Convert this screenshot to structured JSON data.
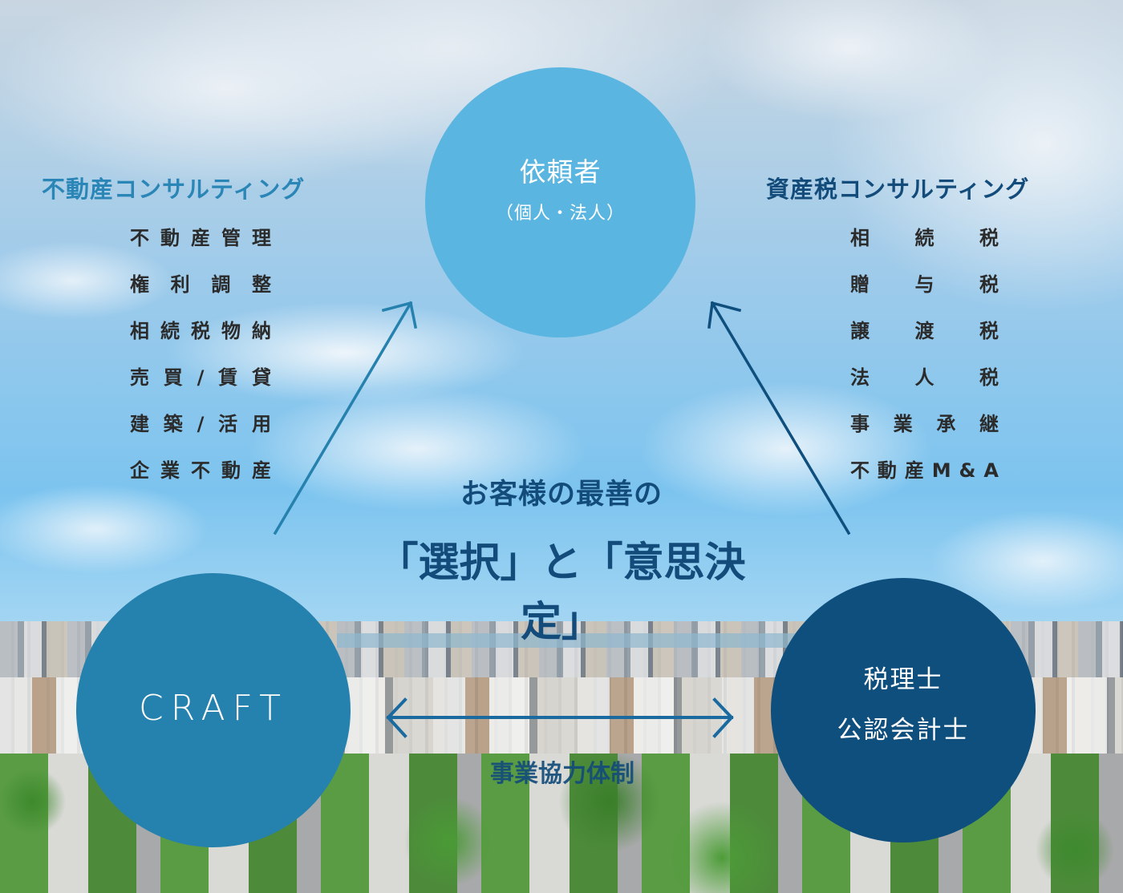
{
  "client_circle": {
    "title": "依頼者",
    "subtitle": "（個人・法人）",
    "color": "#5ab6e0"
  },
  "craft_circle": {
    "label": "CRAFT",
    "color": "#2581ad"
  },
  "tax_circle": {
    "line1": "税理士",
    "line2": "公認会計士",
    "color": "#0f4f7e"
  },
  "real_estate": {
    "heading": "不動産コンサルティング",
    "heading_color": "#2a86b6",
    "items": [
      [
        "不",
        "動",
        "産",
        "管",
        "理"
      ],
      [
        "権",
        "利",
        "調",
        "整"
      ],
      [
        "相",
        "続",
        "税",
        "物",
        "納"
      ],
      [
        "売",
        "買",
        "/",
        "賃",
        "貸"
      ],
      [
        "建",
        "築",
        "/",
        "活",
        "用"
      ],
      [
        "企",
        "業",
        "不",
        "動",
        "産"
      ]
    ]
  },
  "asset_tax": {
    "heading": "資産税コンサルティング",
    "heading_color": "#134c7a",
    "items": [
      [
        "相",
        "続",
        "税"
      ],
      [
        "贈",
        "与",
        "税"
      ],
      [
        "譲",
        "渡",
        "税"
      ],
      [
        "法",
        "人",
        "税"
      ],
      [
        "事",
        "業",
        "承",
        "継"
      ],
      [
        "不",
        "動",
        "産",
        "M",
        "&",
        "A"
      ]
    ]
  },
  "tagline": {
    "line1": "お客様の最善の",
    "line2": "「選択」と「意思決定」",
    "color": "#134c7a"
  },
  "cooperation": {
    "label": "事業協力体制"
  },
  "arrows": {
    "left_color": "#2581ad",
    "right_color": "#0f4f7e",
    "horizontal_color": "#1a6aa0"
  }
}
